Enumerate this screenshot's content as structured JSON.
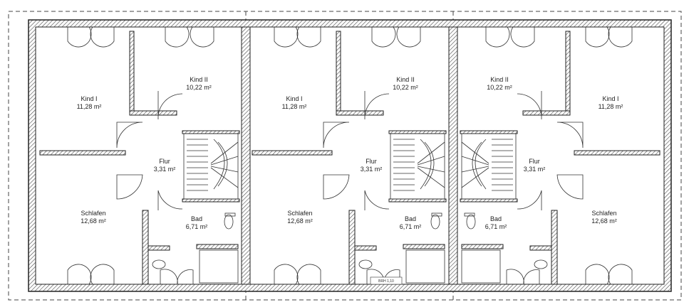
{
  "units": [
    {
      "rooms": [
        {
          "name": "Kind I",
          "area": "11,28 m²"
        },
        {
          "name": "Kind II",
          "area": "10,22 m²"
        },
        {
          "name": "Flur",
          "area": "3,31 m²"
        },
        {
          "name": "Schlafen",
          "area": "12,68 m²"
        },
        {
          "name": "Bad",
          "area": "6,71 m²"
        }
      ]
    },
    {
      "rooms": [
        {
          "name": "Kind I",
          "area": "11,28 m²"
        },
        {
          "name": "Kind II",
          "area": "10,22 m²"
        },
        {
          "name": "Flur",
          "area": "3,31 m²"
        },
        {
          "name": "Schlafen",
          "area": "12,68 m²"
        },
        {
          "name": "Bad",
          "area": "6,71 m²"
        }
      ]
    },
    {
      "rooms": [
        {
          "name": "Kind II",
          "area": "10,22 m²"
        },
        {
          "name": "Kind I",
          "area": "11,28 m²"
        },
        {
          "name": "Flur",
          "area": "3,31 m²"
        },
        {
          "name": "Schlafen",
          "area": "12,68 m²"
        },
        {
          "name": "Bad",
          "area": "6,71 m²"
        }
      ]
    }
  ],
  "annotation": "BRH 1,10",
  "colors": {
    "wall": "#333333",
    "hatch": "#555555",
    "line": "#222222"
  }
}
